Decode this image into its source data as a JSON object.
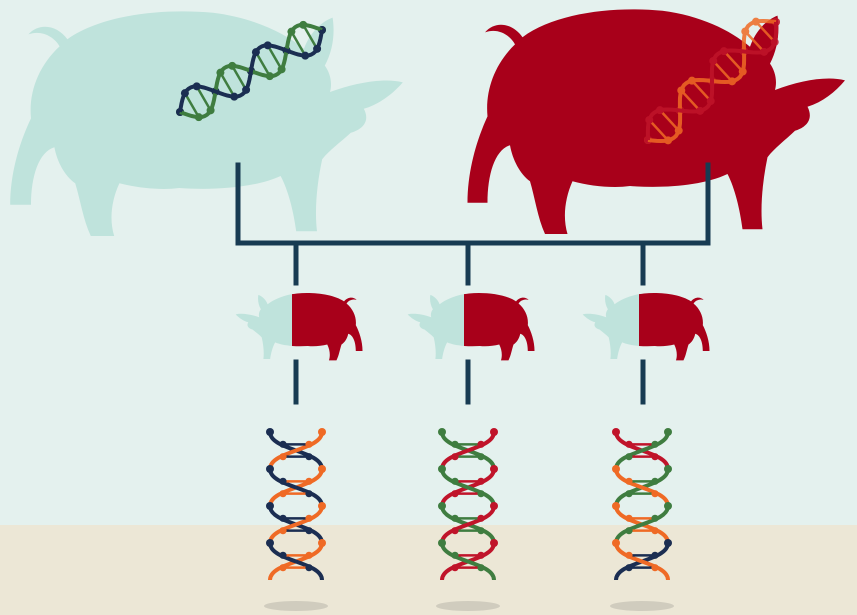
{
  "colors": {
    "background": "#e4f1ee",
    "floor": "#ece7d6",
    "parent_a": "#bfe3dc",
    "parent_b": "#a8001a",
    "connector": "#173b52",
    "dna_green": "#3f7d40",
    "dna_navy": "#1b2e52",
    "dna_orange": "#ef6a25",
    "dna_red": "#c0142a",
    "shadow": "#d0ccbe"
  },
  "parents": [
    {
      "name": "parent-pig-light",
      "color_key": "parent_a",
      "dna": [
        "dna_green",
        "dna_navy"
      ]
    },
    {
      "name": "parent-pig-red",
      "color_key": "parent_b",
      "dna": [
        "dna_orange",
        "dna_red"
      ]
    }
  ],
  "offspring": [
    {
      "name": "offspring-pig-1",
      "dna_pattern": [
        [
          "dna_navy",
          "dna_orange"
        ],
        [
          "dna_orange",
          "dna_navy"
        ],
        [
          "dna_navy",
          "dna_orange"
        ],
        [
          "dna_orange",
          "dna_navy"
        ]
      ]
    },
    {
      "name": "offspring-pig-2",
      "dna_pattern": [
        [
          "dna_green",
          "dna_red"
        ],
        [
          "dna_red",
          "dna_green"
        ],
        [
          "dna_green",
          "dna_red"
        ],
        [
          "dna_red",
          "dna_green"
        ]
      ]
    },
    {
      "name": "offspring-pig-3",
      "dna_pattern": [
        [
          "dna_red",
          "dna_green"
        ],
        [
          "dna_green",
          "dna_orange"
        ],
        [
          "dna_orange",
          "dna_green"
        ],
        [
          "dna_navy",
          "dna_orange"
        ]
      ]
    }
  ]
}
